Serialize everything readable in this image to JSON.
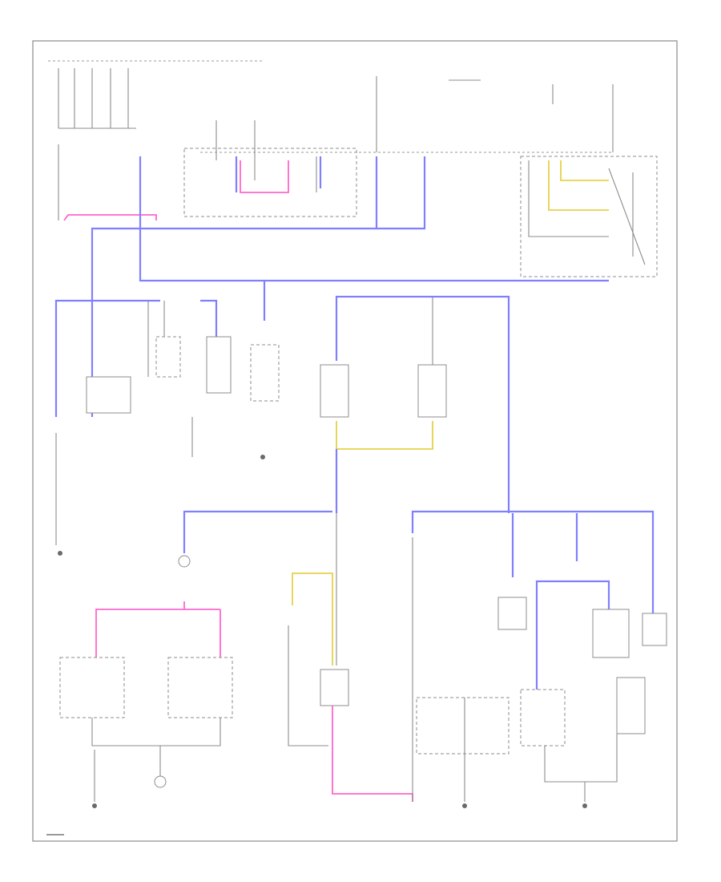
{
  "diagram": {
    "title": "",
    "footer_code": "",
    "colors": {
      "frame": "#8a8a8a",
      "wire": "#8c8c8c",
      "wire_blue": "#8080ff",
      "wire_pink": "#ff66cc",
      "wire_yellow": "#e6d24a",
      "wire_teal": "#3a8c8c",
      "wire_green": "#66cc66"
    },
    "components": [
      {
        "id": "top-left-fuse-block",
        "label": ""
      },
      {
        "id": "fuse-relay-box",
        "label": ""
      },
      {
        "id": "ignition-switch",
        "label": ""
      },
      {
        "id": "combination-switch",
        "label": ""
      },
      {
        "id": "left-ground",
        "label": ""
      },
      {
        "id": "lighting-control-unit",
        "label": ""
      },
      {
        "id": "rear-window-defogger-switch",
        "label": ""
      },
      {
        "id": "pass-seat-heater",
        "label": ""
      },
      {
        "id": "driver-seat-heater",
        "label": ""
      },
      {
        "id": "center-junction",
        "label": ""
      },
      {
        "id": "left-combination-light",
        "label": ""
      },
      {
        "id": "right-combination-light",
        "label": ""
      },
      {
        "id": "trunk-light-switch",
        "label": ""
      },
      {
        "id": "rear-control-unit",
        "label": ""
      },
      {
        "id": "driver-control-unit",
        "label": ""
      },
      {
        "id": "bottom-ground-left",
        "label": ""
      },
      {
        "id": "bottom-ground-center",
        "label": ""
      },
      {
        "id": "bottom-ground-right",
        "label": ""
      }
    ]
  }
}
